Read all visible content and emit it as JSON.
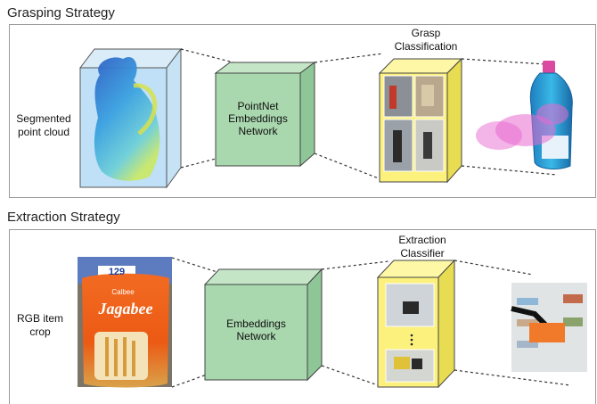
{
  "grasping": {
    "title": "Grasping Strategy",
    "input_label_line1": "Segmented",
    "input_label_line2": "point cloud",
    "network_line1": "PointNet",
    "network_line2": "Embeddings",
    "network_line3": "Network",
    "classifier_line1": "Grasp",
    "classifier_line2": "Classification"
  },
  "extraction": {
    "title": "Extraction Strategy",
    "input_label_line1": "RGB item",
    "input_label_line2": "crop",
    "network_line1": "Embeddings",
    "network_line2": "Network",
    "classifier_line1": "Extraction",
    "classifier_line2": "Classifier",
    "product_brand": "Calbee",
    "product_name": "Jagabee",
    "price_tag": "129"
  },
  "colors": {
    "network_fill": "#a9d7ae",
    "classifier_fill": "#fbf17c",
    "cloud_blue": "#4aa8e6",
    "border": "#9a9a9a"
  }
}
